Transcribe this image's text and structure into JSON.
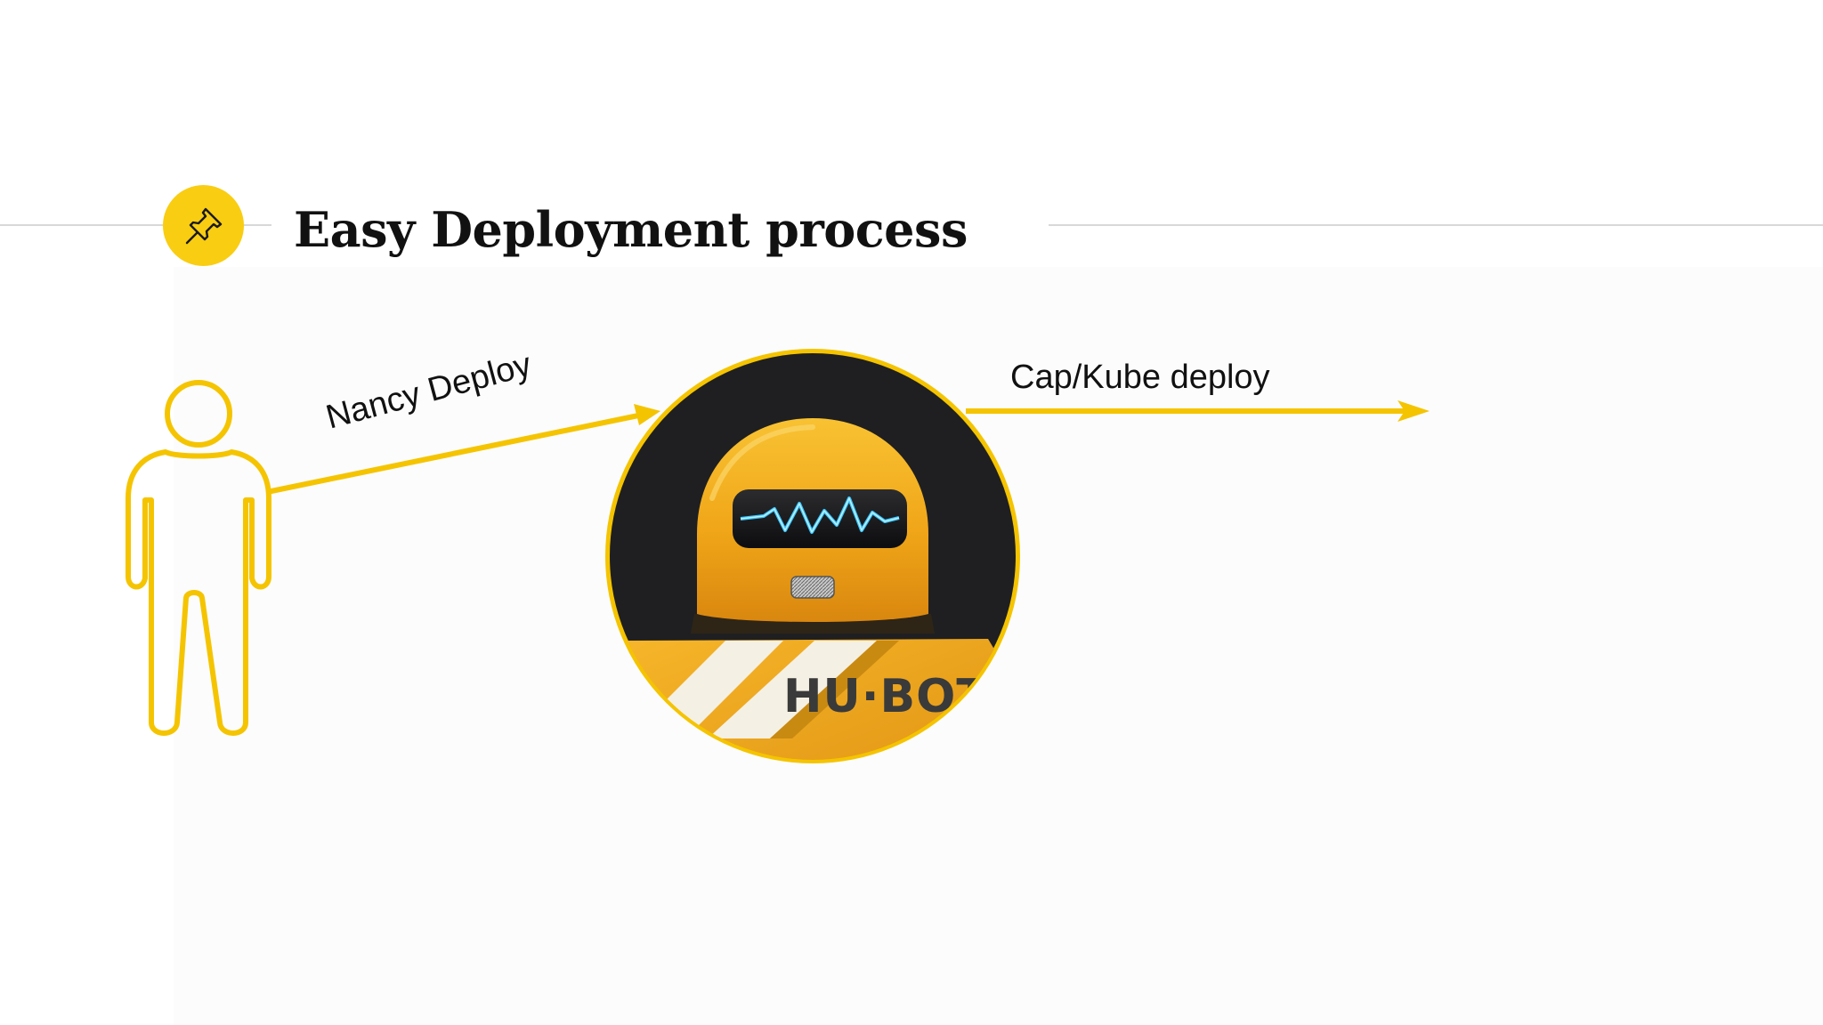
{
  "slide": {
    "title": "Easy Deployment process",
    "icon": "pushpin-icon"
  },
  "diagram": {
    "nodes": [
      {
        "id": "person",
        "icon": "person-outline-icon"
      },
      {
        "id": "hubot",
        "icon": "hubot-robot-logo",
        "logo_text": "HU·BOT"
      }
    ],
    "edges": [
      {
        "from": "person",
        "to": "hubot",
        "label": "Nancy Deploy"
      },
      {
        "from": "hubot",
        "to": "",
        "label": "Cap/Kube deploy"
      }
    ]
  },
  "colors": {
    "accent": "#f9cd12",
    "arrow": "#f5c400",
    "robot_bg": "#1f1f21",
    "robot_body": "#f0a81a",
    "visor_wave": "#39c6ff",
    "text": "#111111",
    "divider": "#d8d8d8"
  }
}
